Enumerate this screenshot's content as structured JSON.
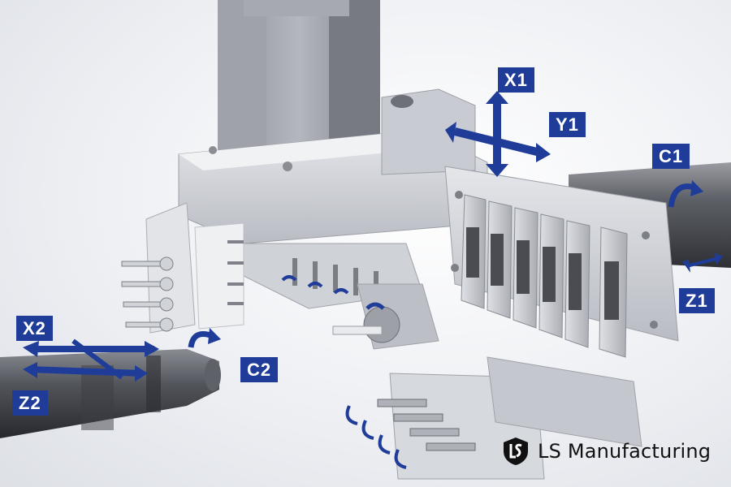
{
  "axes": {
    "x1": "X1",
    "y1": "Y1",
    "c1": "C1",
    "z1": "Z1",
    "x2": "X2",
    "z2": "Z2",
    "c2": "C2"
  },
  "brand": {
    "name": "LS Manufacturing",
    "logo_icon": "ls-shield-logo"
  },
  "colors": {
    "axis_blue": "#1f3c99",
    "machine_gray": "#c9ccd2"
  }
}
